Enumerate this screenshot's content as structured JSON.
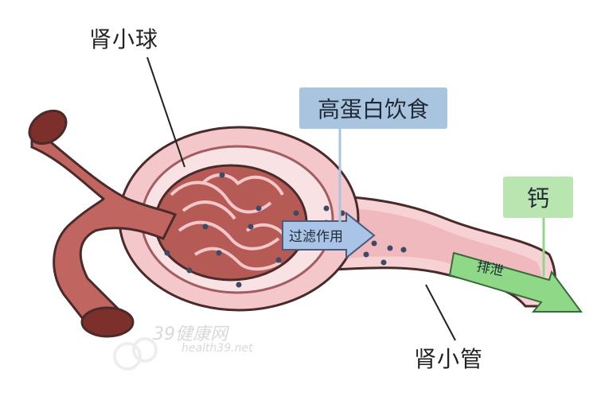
{
  "labels": {
    "glomerulus": "肾小球",
    "high_protein_diet": "高蛋白饮食",
    "calcium": "钙",
    "filtration": "过滤作用",
    "excretion": "排泄",
    "renal_tubule": "肾小管"
  },
  "watermark": {
    "logo": "39健康网",
    "url": "health39.net"
  },
  "colors": {
    "artery": "#b85a55",
    "artery_dark": "#7d2f2c",
    "capsule": "#f1c9cb",
    "tubule": "#f3c9cc",
    "protein_box": "#a9c4df",
    "calcium_box": "#b9e5b0",
    "filtration_arrow": "#a9c4e6",
    "excretion_arrow": "#8fd888",
    "particles": "#3d4a66"
  }
}
